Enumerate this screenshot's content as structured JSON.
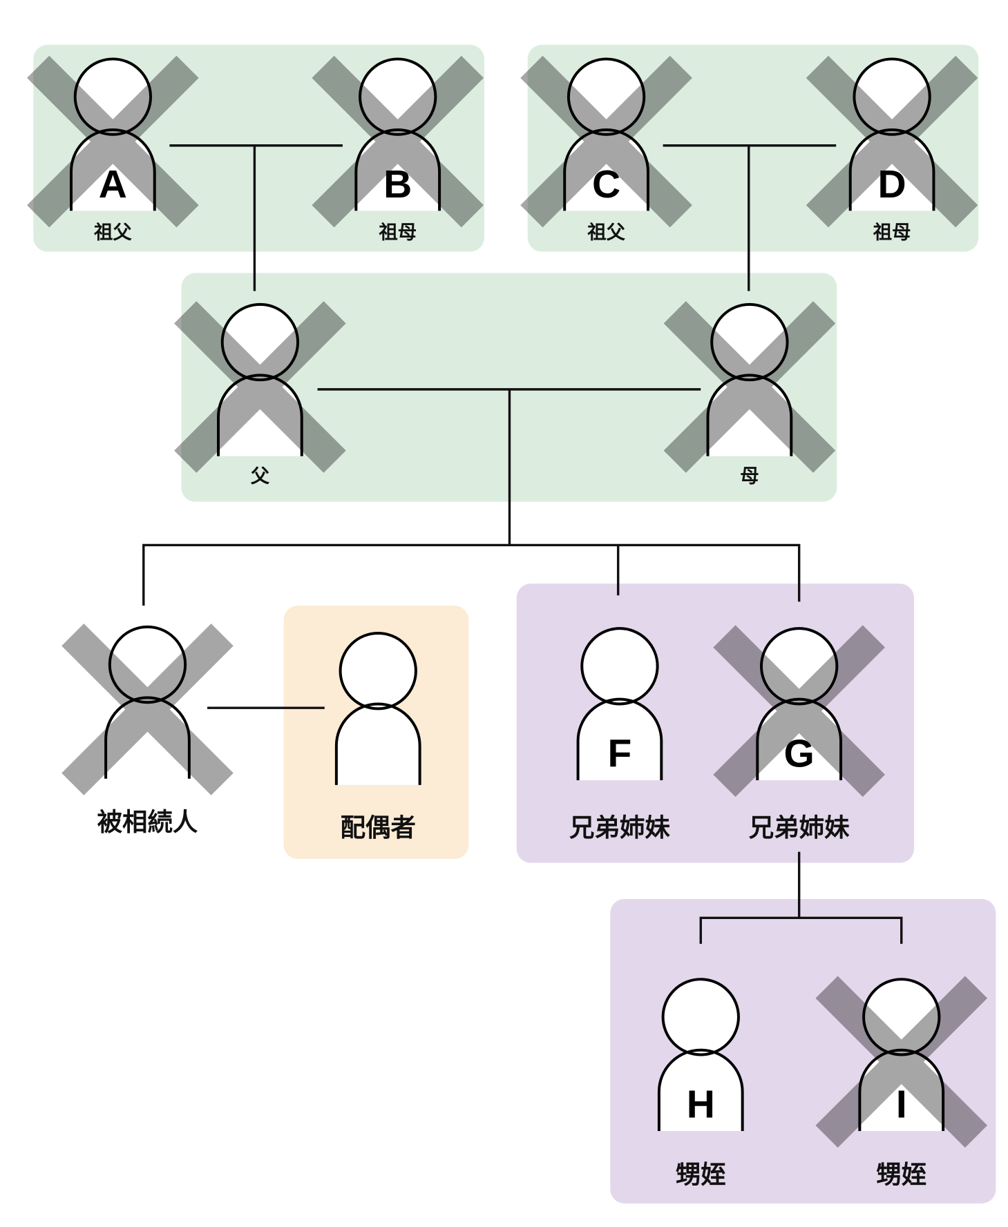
{
  "colors": {
    "group_ancestors": "#dcede0",
    "group_spouse": "#fcebd5",
    "group_siblings": "#e3d8eb",
    "cross": "rgba(0,0,0,0.35)"
  },
  "people": [
    {
      "id": "A",
      "letter": "A",
      "label": "祖父",
      "deceased": true
    },
    {
      "id": "B",
      "letter": "B",
      "label": "祖母",
      "deceased": true
    },
    {
      "id": "C",
      "letter": "C",
      "label": "祖父",
      "deceased": true
    },
    {
      "id": "D",
      "letter": "D",
      "label": "祖母",
      "deceased": true
    },
    {
      "id": "father",
      "letter": "",
      "label": "父",
      "deceased": true
    },
    {
      "id": "mother",
      "letter": "",
      "label": "母",
      "deceased": true
    },
    {
      "id": "decedent",
      "letter": "",
      "label": "被相続人",
      "deceased": true
    },
    {
      "id": "spouse",
      "letter": "",
      "label": "配偶者",
      "deceased": false
    },
    {
      "id": "F",
      "letter": "F",
      "label": "兄弟姉妹",
      "deceased": false
    },
    {
      "id": "G",
      "letter": "G",
      "label": "兄弟姉妹",
      "deceased": true
    },
    {
      "id": "H",
      "letter": "H",
      "label": "甥姪",
      "deceased": false
    },
    {
      "id": "I",
      "letter": "I",
      "label": "甥姪",
      "deceased": true
    }
  ]
}
